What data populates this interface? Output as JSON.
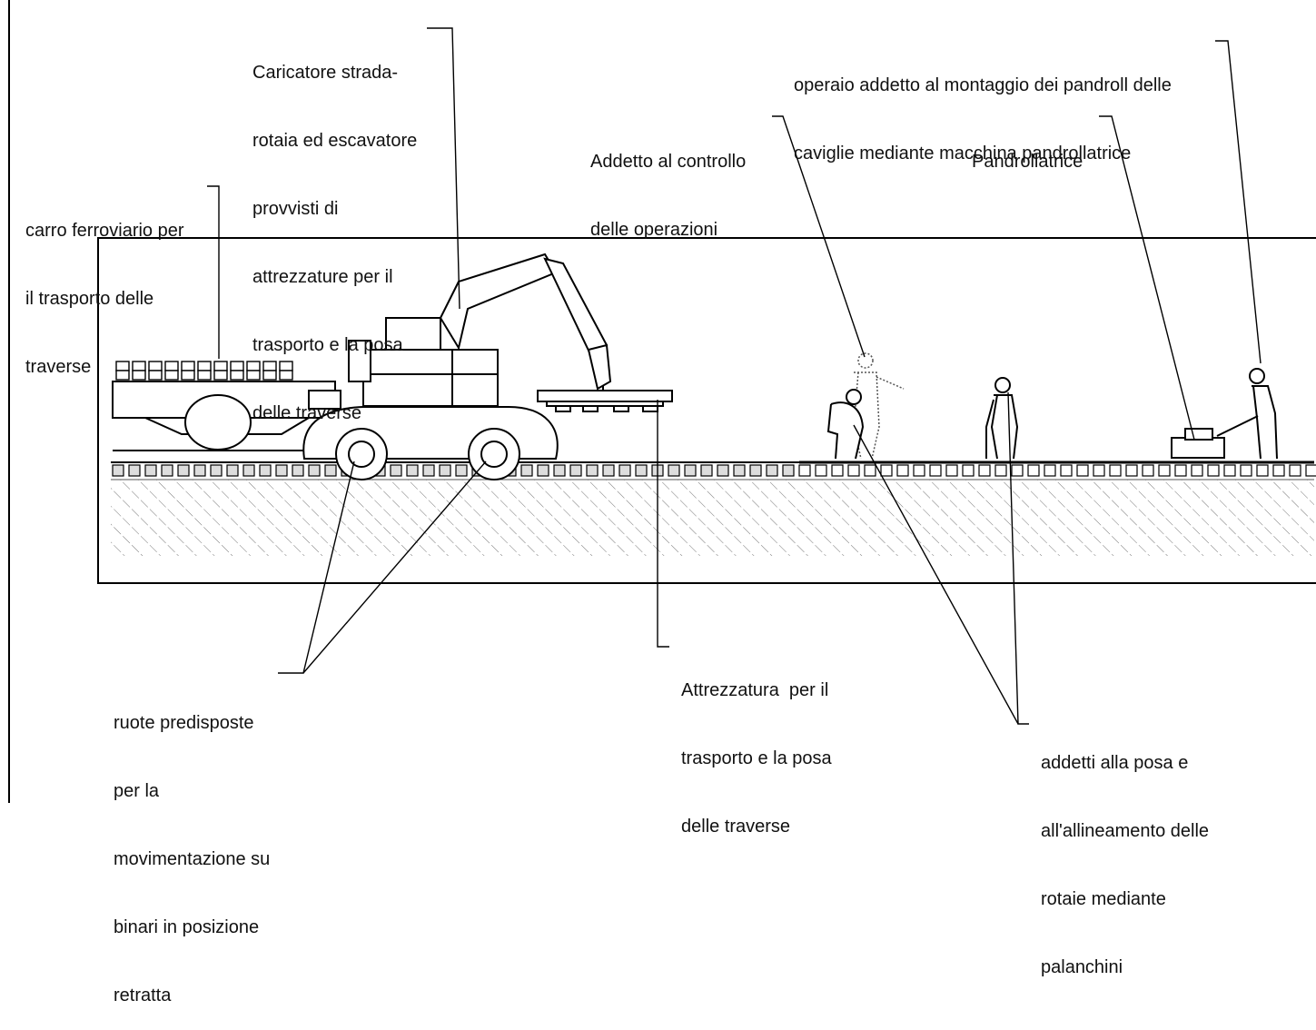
{
  "labels": {
    "carro": [
      "carro ferroviario per",
      "il trasporto delle",
      "traverse"
    ],
    "caricatore": [
      "Caricatore strada-",
      "rotaia ed escavatore",
      "provvisti di",
      "attrezzature per il",
      "trasporto e la posa",
      "delle traverse"
    ],
    "addetto_controllo": [
      "Addetto al controllo",
      "delle operazioni"
    ],
    "operaio_pandroll": [
      "operaio addetto al montaggio dei pandroll delle",
      "caviglie mediante macchina pandrollatrice"
    ],
    "pandrollatrice": [
      "Pandrollatrice"
    ],
    "ruote": [
      "ruote predisposte",
      "per la",
      "movimentazione su",
      "binari in posizione",
      "retratta"
    ],
    "attrezzatura": [
      "Attrezzatura  per il",
      "trasporto e la posa",
      "delle traverse"
    ],
    "addetti_posa": [
      "addetti alla posa e",
      "all'allineamento delle",
      "rotaie mediante",
      "palanchini"
    ]
  }
}
